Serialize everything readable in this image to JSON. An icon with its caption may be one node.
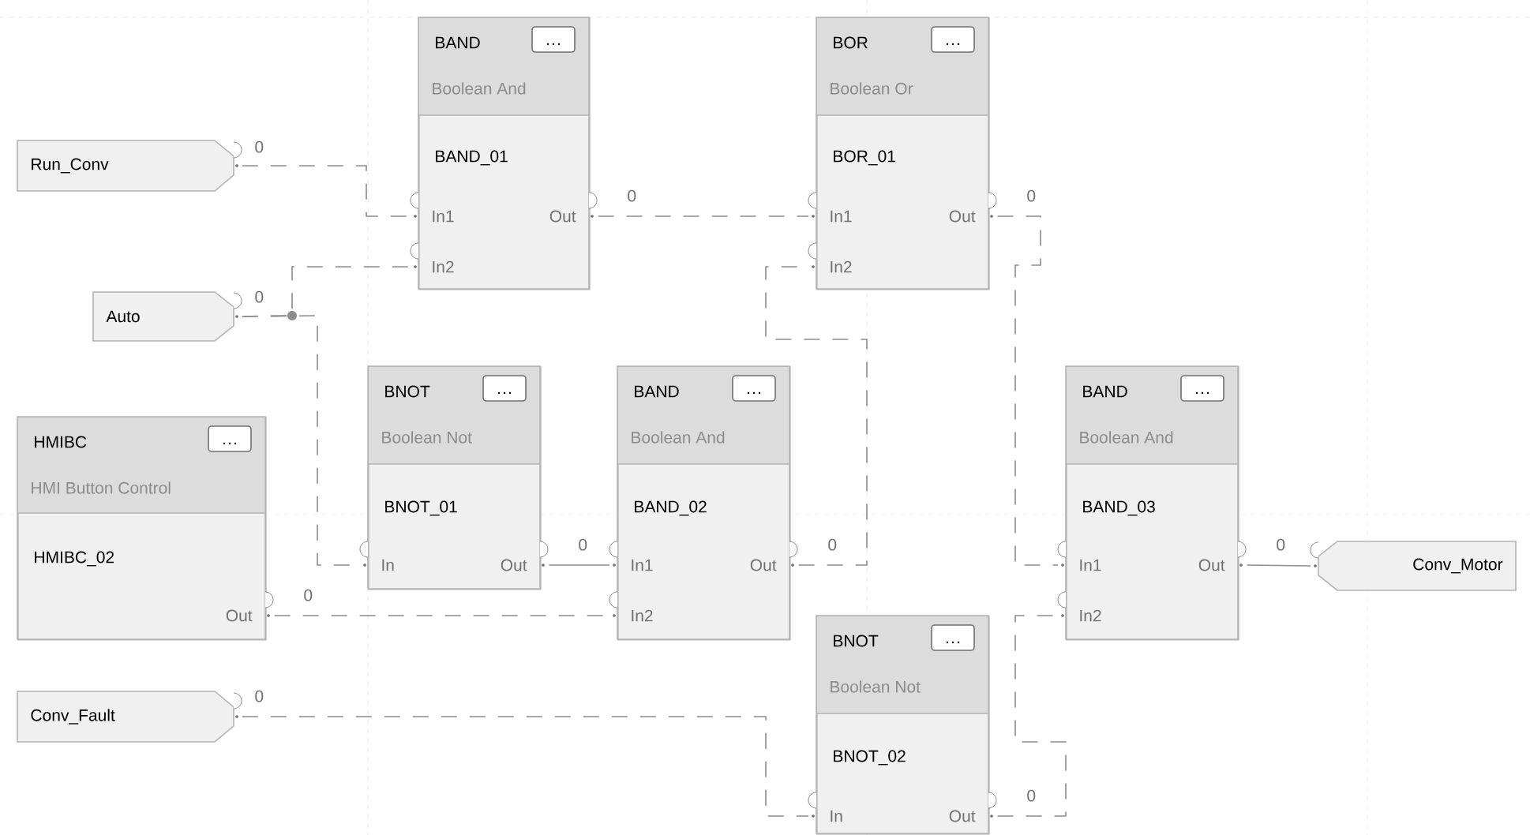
{
  "diagram": {
    "nodes": [
      {
        "text": [
          "BAND",
          "Boolean And",
          "BAND_01",
          "In1",
          "Out",
          "In2"
        ],
        "beside": [
          "0"
        ]
      },
      {
        "text": [
          "BOR",
          "Boolean Or",
          "BOR_01",
          "In1",
          "Out",
          "In2"
        ],
        "beside": [
          "0"
        ]
      },
      {
        "text": [
          "Run_Conv"
        ],
        "beside": [
          "0"
        ]
      },
      {
        "text": [
          "Auto"
        ],
        "beside": [
          "0"
        ]
      },
      {
        "text": [
          "BNOT",
          "Boolean Not",
          "BNOT_01",
          "In",
          "Out"
        ],
        "beside": [
          "0"
        ]
      },
      {
        "text": [
          "BAND",
          "Boolean And",
          "BAND_02",
          "In1",
          "Out",
          "In2"
        ],
        "beside": [
          "0"
        ]
      },
      {
        "text": [
          "BAND",
          "Boolean And",
          "BAND_03",
          "In1",
          "Out",
          "In2"
        ],
        "beside": [
          "0"
        ]
      },
      {
        "text": [
          "HMIBC",
          "HMI Button Control",
          "HMIBC_02",
          "Out"
        ],
        "beside": [
          "0"
        ]
      },
      {
        "text": [
          "Conv_Motor"
        ]
      },
      {
        "text": [
          "BNOT",
          "Boolean Not",
          "BNOT_02",
          "In",
          "Out"
        ],
        "beside": [
          "0"
        ]
      },
      {
        "text": [
          "Conv_Fault"
        ],
        "beside": [
          "0"
        ]
      }
    ],
    "edges": [
      {
        "from": 2,
        "to": 0,
        "arrow": "none",
        "style": "dashed"
      },
      {
        "from": 3,
        "to": 0,
        "arrow": "none",
        "style": "dashed"
      },
      {
        "from": 3,
        "to": 4,
        "arrow": "none",
        "style": "dashed"
      },
      {
        "from": 0,
        "to": 1,
        "arrow": "none",
        "style": "dashed"
      },
      {
        "from": 4,
        "to": 5,
        "arrow": "none"
      },
      {
        "from": 7,
        "to": 5,
        "arrow": "none",
        "style": "dashed"
      },
      {
        "from": 5,
        "to": 1,
        "arrow": "none",
        "style": "dashed"
      },
      {
        "from": 1,
        "to": 6,
        "arrow": "none",
        "style": "dashed"
      },
      {
        "from": 10,
        "to": 9,
        "arrow": "none",
        "style": "dashed"
      },
      {
        "from": 9,
        "to": 6,
        "arrow": "none",
        "style": "dashed"
      },
      {
        "from": 6,
        "to": 8,
        "arrow": "none"
      }
    ]
  }
}
